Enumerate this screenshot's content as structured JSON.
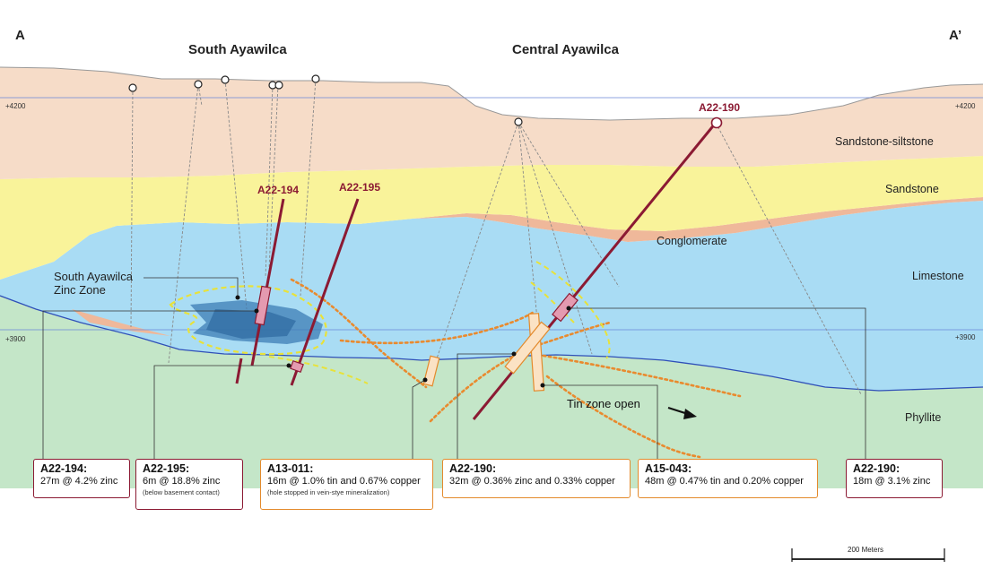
{
  "corners": {
    "left": "A",
    "right": "A’"
  },
  "sections": {
    "south": "South Ayawilca",
    "central": "Central Ayawilca"
  },
  "elevations": {
    "upper": "+4200",
    "lower": "+3900"
  },
  "layers": [
    {
      "id": "sandstone-siltstone",
      "label": "Sandstone-siltstone",
      "color": "#f6dcc8"
    },
    {
      "id": "sandstone",
      "label": "Sandstone",
      "color": "#f9f39a"
    },
    {
      "id": "conglomerate",
      "label": "Conglomerate",
      "color": "#efb89a"
    },
    {
      "id": "limestone",
      "label": "Limestone",
      "color": "#a9dcf4"
    },
    {
      "id": "phyllite",
      "label": "Phyllite",
      "color": "#c4e6c8"
    }
  ],
  "drill_holes": {
    "h194": "A22-194",
    "h195": "A22-195",
    "h190": "A22-190"
  },
  "zone": {
    "line1": "South Ayawilca",
    "line2": "Zinc Zone"
  },
  "tin_zone": "Tin zone open",
  "intercepts": [
    {
      "id": "a22-194",
      "title": "A22-194:",
      "value": "27m @ 4.2% zinc",
      "note": "",
      "style": "maroon"
    },
    {
      "id": "a22-195",
      "title": "A22-195:",
      "value": "6m @ 18.8% zinc",
      "note": "(below basement contact)",
      "style": "maroon"
    },
    {
      "id": "a13-011",
      "title": "A13-011:",
      "value": "16m @ 1.0% tin and 0.67% copper",
      "note": "(hole stopped in vein-stye mineralization)",
      "style": "orange"
    },
    {
      "id": "a22-190-zn-cu",
      "title": "A22-190:",
      "value": "32m @ 0.36% zinc and 0.33% copper",
      "note": "",
      "style": "orange"
    },
    {
      "id": "a15-043",
      "title": "A15-043:",
      "value": "48m @ 0.47% tin and 0.20% copper",
      "note": "",
      "style": "orange"
    },
    {
      "id": "a22-190-zn",
      "title": "A22-190:",
      "value": "18m @ 3.1% zinc",
      "note": "",
      "style": "maroon"
    }
  ],
  "scale": {
    "label": "200 Meters"
  },
  "colors": {
    "drill_new": "#8b1a33",
    "drill_old": "#888888",
    "contact_line": "#2f4fb8",
    "zinc_body": "#3d7db5",
    "zinc_halo": "#e8e23a",
    "tin_veins": "#e98a2e",
    "ref_line": "#6a86d8"
  }
}
